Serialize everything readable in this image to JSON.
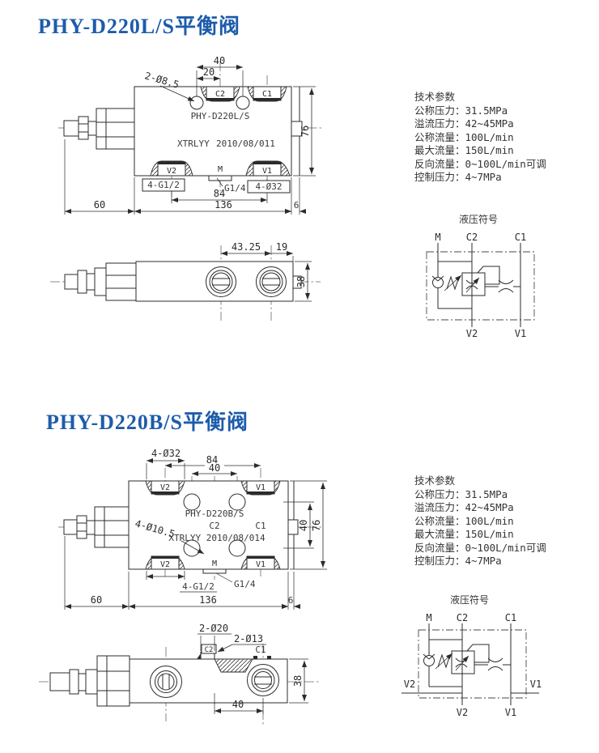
{
  "colors": {
    "title_blue": "#1d5cab",
    "line": "#2b2b2b"
  },
  "section1": {
    "title": "PHY-D220L/S平衡阀",
    "top_view": {
      "model": "PHY-D220L/S",
      "vendor": "XTRLYY",
      "serial": "2010/08/011",
      "port_c2": "C2",
      "port_c1": "C1",
      "port_v2": "V2",
      "port_m": "M",
      "port_v1": "V1",
      "dim_40": "40",
      "dim_20": "20",
      "note_holes": "2-Ø8.5",
      "dim_76": "76",
      "dim_84": "84",
      "dim_136": "136",
      "dim_6": "6",
      "dim_60": "60",
      "thread_ports": "4-G1/2",
      "thread_m": "G1/4",
      "bore_note": "4-Ø32"
    },
    "side_view": {
      "dim_4325": "43.25",
      "dim_19": "19",
      "dim_38": "38"
    },
    "tech": {
      "header": "技术参数",
      "rows": [
        "公称压力：31.5MPa",
        "溢流压力：42~45MPa",
        "公称流量：100L/min",
        "最大流量：150L/min",
        "反向流量：0~100L/min可调",
        "控制压力：4~7MPa"
      ]
    },
    "symbol": {
      "title": "液压符号",
      "m": "M",
      "c2": "C2",
      "c1": "C1",
      "v2": "V2",
      "v1": "V1"
    }
  },
  "section2": {
    "title": "PHY-D220B/S平衡阀",
    "top_view": {
      "model": "PHY-D220B/S",
      "serial": "XTRLYY 2010/08/014",
      "port_c2": "C2",
      "port_c1": "C1",
      "port_v2": "V2",
      "port_m": "M",
      "port_v1": "V1",
      "bore_note": "4-Ø32",
      "dim_84": "84",
      "dim_40_top": "40",
      "note_holes": "4-Ø10.5",
      "dim_136": "136",
      "dim_6": "6",
      "dim_60": "60",
      "dim_40_right": "40",
      "dim_76": "76",
      "thread_ports": "4-G1/2",
      "thread_m": "G1/4"
    },
    "side_view": {
      "note_20": "2-Ø20",
      "note_13": "2-Ø13",
      "port_c2": "C2",
      "port_c1": "C1",
      "dim_40": "40",
      "dim_38": "38"
    },
    "tech": {
      "header": "技术参数",
      "rows": [
        "公称压力：31.5MPa",
        "溢流压力：42~45MPa",
        "公称流量：100L/min",
        "最大流量：150L/min",
        "反向流量：0~100L/min可调",
        "控制压力：4~7MPa"
      ]
    },
    "symbol": {
      "title": "液压符号",
      "m": "M",
      "c2": "C2",
      "c1": "C1",
      "v2_left": "V2",
      "v1_right": "V1",
      "v2": "V2",
      "v1": "V1"
    }
  }
}
